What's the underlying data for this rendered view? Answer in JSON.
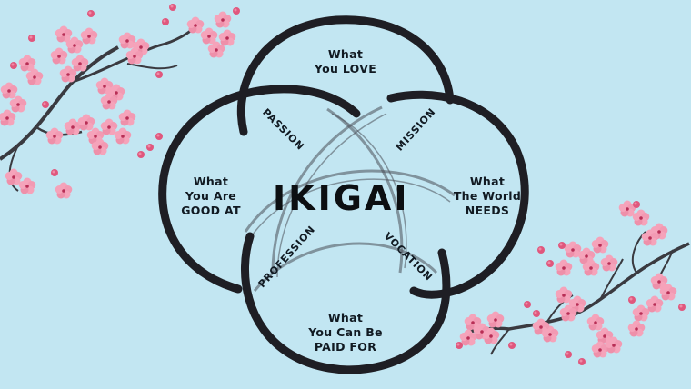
{
  "diagram": {
    "title": "IKIGAI",
    "circles": [
      {
        "id": "love",
        "lines": [
          "What",
          "You LOVE"
        ]
      },
      {
        "id": "good_at",
        "lines": [
          "What",
          "You Are",
          "GOOD AT"
        ]
      },
      {
        "id": "world_needs",
        "lines": [
          "What",
          "The World",
          "NEEDS"
        ]
      },
      {
        "id": "paid_for",
        "lines": [
          "What",
          "You Can Be",
          "PAID FOR"
        ]
      }
    ],
    "overlaps": {
      "passion": "PASSION",
      "mission": "MISSION",
      "profession": "PROFESSION",
      "vocation": "VOCATION"
    },
    "colors": {
      "background": "#c2e6f2",
      "ink": "#1a1a1f",
      "blossom": "#f08aa6",
      "blossom_dark": "#c9375e",
      "branch": "#3a3a40"
    }
  }
}
